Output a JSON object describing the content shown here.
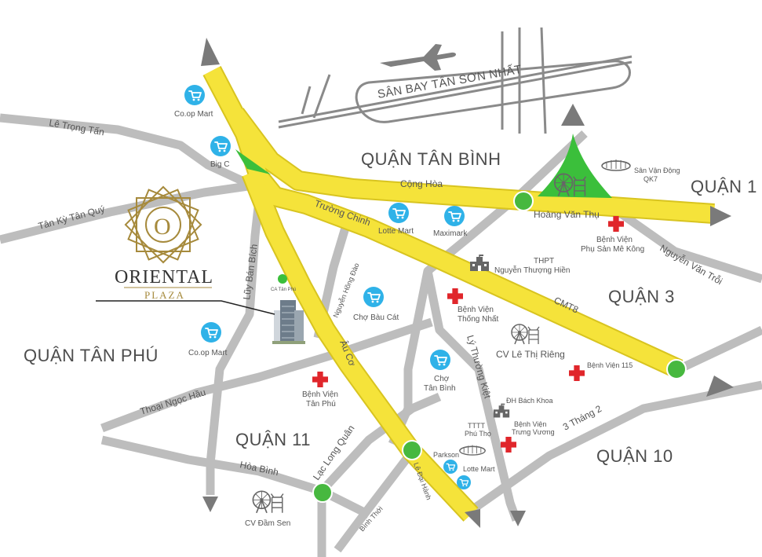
{
  "colors": {
    "highway": "#f5e33a",
    "highway_edge": "#d8c420",
    "road": "#bdbdbd",
    "airport": "#7f7f7f",
    "arrow": "#7a7a7a",
    "junction": "#47b83f",
    "park": "#3bbf3b",
    "hospital": "#e0262b",
    "market_icon": "#2fb2e8",
    "gold": "#a68a3c"
  },
  "airport": {
    "label": "SÂN BAY TÂN SƠN NHẤT",
    "icon": "airplane-icon"
  },
  "districts": [
    "QUẬN TÂN BÌNH",
    "QUẬN 1",
    "QUẬN 3",
    "QUẬN TÂN PHÚ",
    "QUẬN 11",
    "QUẬN 10"
  ],
  "roads": {
    "le_trong_tan": "Lê Trọng Tấn",
    "tan_ky_tan_quy": "Tân Kỳ Tân Quý",
    "cong_hoa": "Cộng Hòa",
    "truong_chinh": "Trường Chinh",
    "hoang_van_thu": "Hoàng Văn Thụ",
    "nguyen_van_troi": "Nguyễn Văn Trỗi",
    "cmt8": "CMT8",
    "luy_ban_bich": "Lũy Bán Bích",
    "nguyen_hong_dao": "Nguyễn Hồng Đào",
    "au_co": "Âu Cơ",
    "thoai_ngoc_hau": "Thoại Ngọc Hầu",
    "ly_thuong_kiet": "Lý Thường Kiệt",
    "ba_thang_hai": "3 Tháng 2",
    "hoa_binh": "Hòa Bình",
    "lac_long_quan": "Lạc Long Quân",
    "le_dai_hanh": "Lê Đại Hành",
    "binh_thoi": "Bình Thới"
  },
  "pois": {
    "coop_mart_1": "Co.op Mart",
    "big_c": "Big C",
    "lotte_mart_1": "Lotte Mart",
    "maximark": "Maximark",
    "ca_tan_phu": "CA Tân Phú",
    "cho_bau_cat": "Chợ Bàu Cát",
    "coop_mart_2": "Co.op Mart",
    "cho_tan_binh_1": "Chợ",
    "cho_tan_binh_2": "Tân Bình",
    "svd_1": "Sân Vận Động",
    "svd_2": "QK7",
    "bv_phu_san_1": "Bệnh Viện",
    "bv_phu_san_2": "Phụ Sản Mê Kông",
    "thpt_1": "THPT",
    "thpt_2": "Nguyễn Thượng Hiền",
    "bv_thong_nhat_1": "Bệnh Viện",
    "bv_thong_nhat_2": "Thống Nhất",
    "cv_le_thi_rieng": "CV Lê Thị Riêng",
    "bv_115": "Bệnh Viện 115",
    "bv_tan_phu_1": "Bệnh Viện",
    "bv_tan_phu_2": "Tân Phú",
    "dh_bach_khoa": "ĐH Bách Khoa",
    "tttt_1": "TTTT",
    "tttt_2": "Phú Thọ",
    "bv_trung_vuong_1": "Bệnh Viện",
    "bv_trung_vuong_2": "Trưng Vương",
    "parkson": "Parkson",
    "lotte_mart_2": "Lotte Mart",
    "cv_dam_sen": "CV Đầm Sen"
  },
  "brand": {
    "name": "ORIENTAL",
    "sub": "PLAZA",
    "monogram": "O"
  }
}
